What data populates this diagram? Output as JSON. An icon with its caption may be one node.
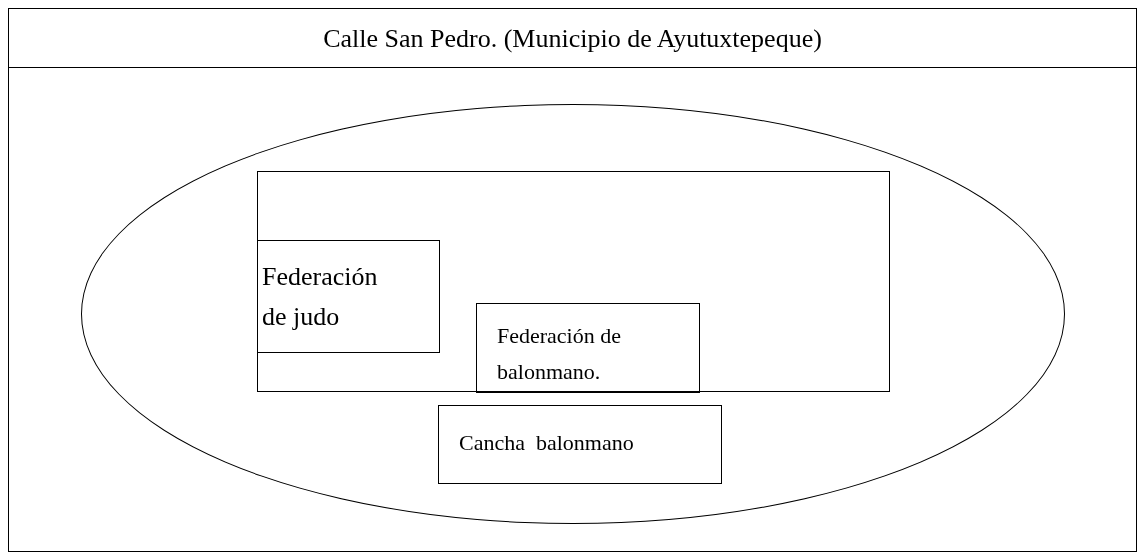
{
  "diagram": {
    "nodes": [
      {
        "text": [
          "Calle San Pedro. (Municipio de Ayutuxtepeque)"
        ]
      },
      {
        "text": [],
        "shape": "ellipse",
        "in": 0
      },
      {
        "text": [],
        "shape": "box",
        "in": 1
      },
      {
        "text": [
          "Federación de judo"
        ],
        "in": 2
      },
      {
        "text": [
          "Federación de balonmano."
        ],
        "in": 2
      },
      {
        "text": [
          "Cancha  balonmano"
        ],
        "in": 1
      }
    ],
    "edges": []
  }
}
